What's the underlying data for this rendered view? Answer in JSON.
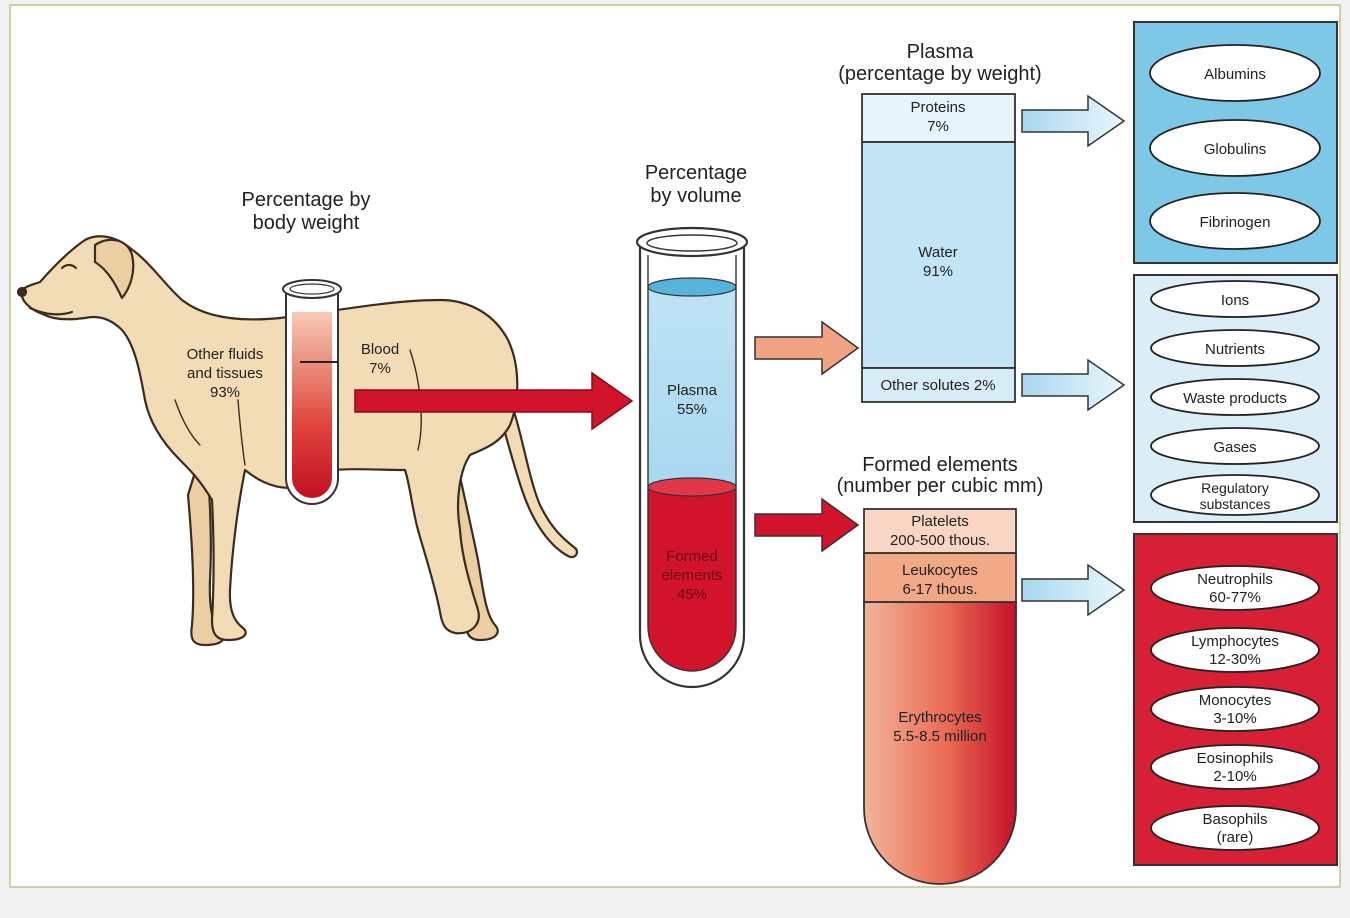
{
  "body_weight": {
    "title_line1": "Percentage by",
    "title_line2": "body weight",
    "other_line1": "Other fluids",
    "other_line2": "and tissues",
    "other_pct": "93%",
    "blood_label": "Blood",
    "blood_pct": "7%"
  },
  "volume": {
    "title_line1": "Percentage",
    "title_line2": "by volume",
    "plasma_label": "Plasma",
    "plasma_pct": "55%",
    "formed_line1": "Formed",
    "formed_line2": "elements",
    "formed_pct": "45%"
  },
  "plasma": {
    "title_line1": "Plasma",
    "title_line2": "(percentage by weight)",
    "proteins_label": "Proteins",
    "proteins_pct": "7%",
    "water_label": "Water",
    "water_pct": "91%",
    "other_solutes": "Other solutes 2%"
  },
  "formed": {
    "title_line1": "Formed elements",
    "title_line2": "(number per cubic mm)",
    "platelets_label": "Platelets",
    "platelets_count": "200-500 thous.",
    "leukocytes_label": "Leukocytes",
    "leukocytes_count": "6-17 thous.",
    "erythrocytes_label": "Erythrocytes",
    "erythrocytes_count": "5.5-8.5 million"
  },
  "proteins_box": {
    "items": [
      "Albumins",
      "Globulins",
      "Fibrinogen"
    ]
  },
  "solutes_box": {
    "items": [
      "Ions",
      "Nutrients",
      "Waste products",
      "Gases"
    ],
    "regulatory_line1": "Regulatory",
    "regulatory_line2": "substances"
  },
  "leukocyte_box": {
    "items": [
      {
        "name": "Neutrophils",
        "range": "60-77%"
      },
      {
        "name": "Lymphocytes",
        "range": "12-30%"
      },
      {
        "name": "Monocytes",
        "range": "3-10%"
      },
      {
        "name": "Eosinophils",
        "range": "2-10%"
      },
      {
        "name": "Basophils",
        "range": "(rare)"
      }
    ]
  },
  "colors": {
    "proteins_box_bg": "#7cc8e6",
    "solutes_box_bg": "#dbeef8",
    "leukocyte_box_bg": "#d71f35",
    "dog_fill": "#f2dcb5",
    "blood_red": "#d1142c",
    "plasma_blue": "#bfe2f3",
    "arrow_red": "#d1142c",
    "arrow_blue": "#cfe8f6",
    "arrow_salmon": "#f2a384"
  }
}
